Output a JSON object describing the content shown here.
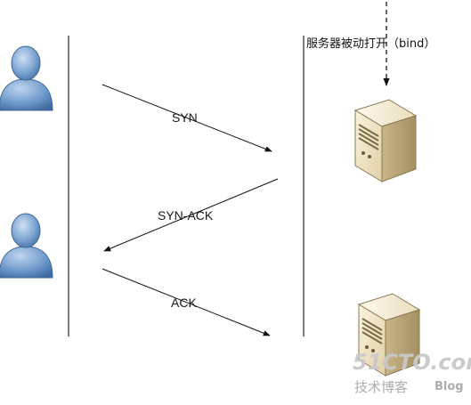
{
  "diagram": {
    "server_note": "服务器被动打开（bind）",
    "messages": [
      {
        "label": "SYN",
        "direction": "client-to-server"
      },
      {
        "label": "SYN-ACK",
        "direction": "server-to-client"
      },
      {
        "label": "ACK",
        "direction": "client-to-server"
      }
    ],
    "actors": [
      {
        "role": "client",
        "icon": "user-icon"
      },
      {
        "role": "client",
        "icon": "user-icon"
      },
      {
        "role": "server",
        "icon": "server-icon"
      },
      {
        "role": "server",
        "icon": "server-icon"
      }
    ]
  },
  "watermark": {
    "site": "51CTO.com",
    "subtitle": "技术博客",
    "blog": "Blog"
  }
}
